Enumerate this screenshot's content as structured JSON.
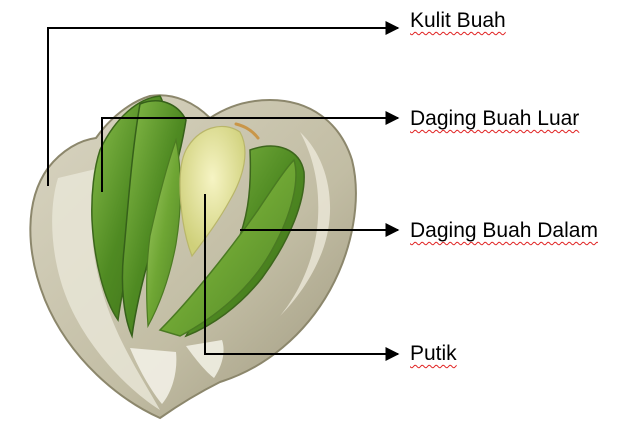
{
  "labels": {
    "kulit_buah": "Kulit Buah",
    "daging_buah_luar": "Daging Buah Luar",
    "daging_buah_dalam": "Daging Buah Dalam",
    "putik": "Putik"
  },
  "colors": {
    "background": "#ffffff",
    "leader_line": "#000000",
    "peel": "#c9c3ac",
    "outer_flesh": "#5f9a2c",
    "inner_flesh": "#7fb240",
    "pistil": "#e4e39a",
    "spellcheck_underline": "#e02020"
  },
  "icons": {
    "arrowhead": "right-pointing triangle arrowhead"
  }
}
